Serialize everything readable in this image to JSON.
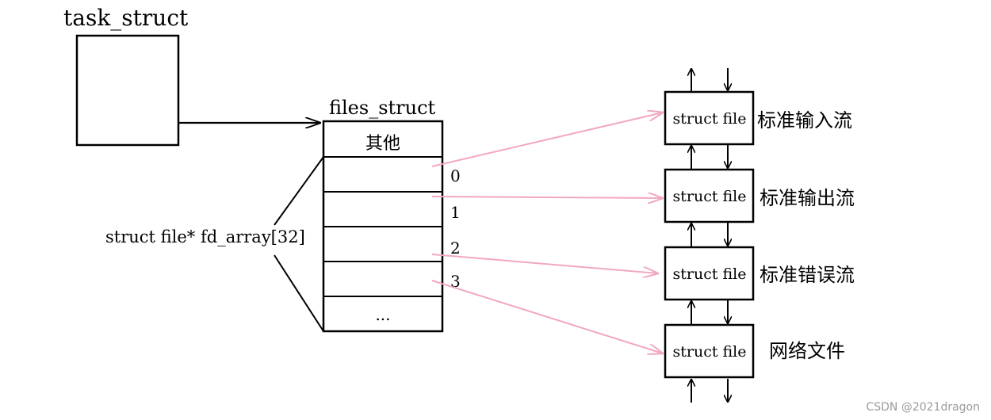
{
  "task_struct": {
    "label": "task_struct"
  },
  "files_struct": {
    "label": "files_struct",
    "other_label": "其他",
    "ellipsis": "..."
  },
  "fd_array_label": "struct file* fd_array[32]",
  "indices": [
    "0",
    "1",
    "2",
    "3"
  ],
  "struct_files": [
    {
      "label": "struct file",
      "desc": "标准输入流"
    },
    {
      "label": "struct file",
      "desc": "标准输出流"
    },
    {
      "label": "struct file",
      "desc": "标准错误流"
    },
    {
      "label": "struct file",
      "desc": "网络文件"
    }
  ],
  "watermark": "CSDN @2021dragon",
  "colors": {
    "line": "#000000",
    "pointer": "#f2a7c3",
    "watermark": "#9a9a9a"
  }
}
